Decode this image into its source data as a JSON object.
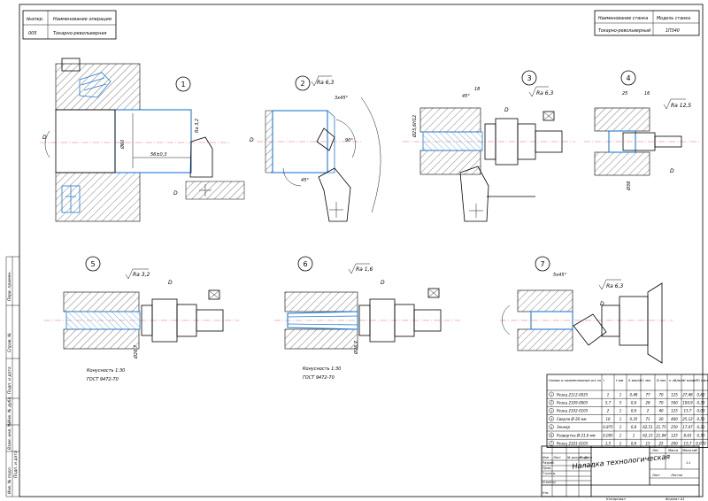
{
  "header_left": {
    "col1_head": "№опер.",
    "col2_head": "Наименование операции",
    "col1_val": "005",
    "col2_val": "Токарно-револьверная"
  },
  "header_right": {
    "col1_head": "Наименование станка",
    "col2_head": "Модель станка",
    "col1_val": "Токарно-револьверный",
    "col2_val": "1П340"
  },
  "views": [
    {
      "num": "1",
      "dims": [
        "Ø60",
        "Ra 3,2",
        "56±0,3",
        "D",
        "D"
      ]
    },
    {
      "num": "2",
      "dims": [
        "Ra 6,3",
        "3х45°",
        "90°",
        "45°",
        "D"
      ]
    },
    {
      "num": "3",
      "dims": [
        "Ra 6,3",
        "45°",
        "18",
        "Ø25,6Н12",
        "D"
      ]
    },
    {
      "num": "4",
      "dims": [
        "Ra 12,5",
        "25",
        "16",
        "Ø38",
        "D"
      ]
    },
    {
      "num": "5",
      "dims": [
        "Ra 3,2",
        "D",
        "Ø26,7",
        "Конусность 1:30",
        "ГОСТ 9472-70"
      ]
    },
    {
      "num": "6",
      "dims": [
        "Ra 1,6",
        "D",
        "Ø26,7",
        "Конусность 1:30",
        "ГОСТ 9472-70"
      ]
    },
    {
      "num": "7",
      "dims": [
        "Ra 6,3",
        "5х45°",
        "D"
      ]
    }
  ],
  "table": {
    "headers": [
      "Номер и наименование ин-та",
      "i",
      "t мм",
      "S мм/об",
      "L мм",
      "D мм",
      "n об/мин",
      "V м/мин",
      "T0 мин"
    ],
    "rows": [
      [
        "1",
        "Резец 2112-0035",
        "1",
        "1",
        "0,48",
        "77",
        "70",
        "125",
        "27,48",
        "0,62"
      ],
      [
        "2",
        "Резец 2109-0005",
        "5,7",
        "5",
        "0,6",
        "28",
        "70",
        "500",
        "109,9",
        "0,33"
      ],
      [
        "3",
        "Резец 2102-0105",
        "2",
        "1",
        "0,6",
        "2",
        "40",
        "125",
        "15,7",
        "0,03"
      ],
      [
        "4",
        "Сверло Ø-20 мм",
        "10",
        "1",
        "0,35",
        "71",
        "20",
        "400",
        "25,12",
        "0,51"
      ],
      [
        "5",
        "Зенкер",
        "0,875",
        "1",
        "0,8",
        "62,51",
        "21,75",
        "250",
        "17,07",
        "0,31"
      ],
      [
        "6",
        "Развертка Ø-21,6 мм",
        "0,095",
        "1",
        "1",
        "62,15",
        "21,94",
        "125",
        "8,63",
        "0,50"
      ],
      [
        "7",
        "Резец 2101-0105",
        "1,5",
        "1",
        "0,6",
        "15",
        "25",
        "200",
        "15,7",
        "0,070"
      ]
    ]
  },
  "stamp": {
    "title": "Наладка технологическая",
    "labels": [
      "Изм",
      "Лист",
      "№ докум.",
      "Подп.",
      "Дата",
      "Разраб.",
      "Пров.",
      "Т.контр.",
      "Н.контр.",
      "Утв.",
      "Лит.",
      "Масса",
      "Масштаб",
      "Лист",
      "Листов",
      "1:1"
    ],
    "bottom": [
      "Копировал",
      "Формат А1"
    ]
  },
  "side_labels": [
    "Перв. примен.",
    "Справ. №",
    "Подп. и дата",
    "Инв. № дубл.",
    "Взам. инв. №",
    "Подп. и дата",
    "Инв. № подл."
  ]
}
